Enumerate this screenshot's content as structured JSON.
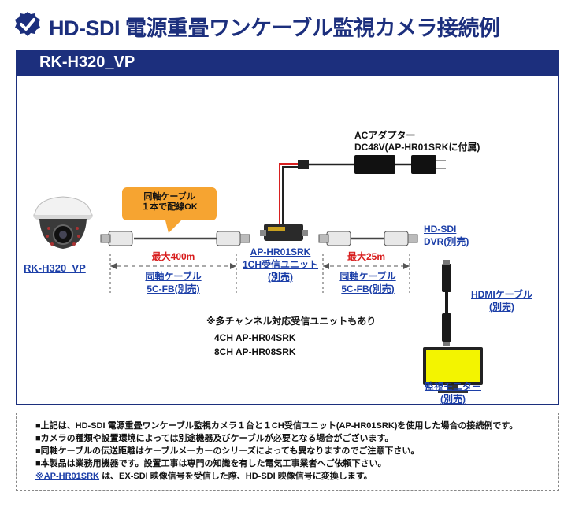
{
  "header": {
    "title": "HD-SDI 電源重畳ワンケーブル監視カメラ接続例",
    "model_label": "RK-H320_VP"
  },
  "diagram": {
    "camera_label": "RK-H320_VP",
    "callout_line1": "同軸ケーブル",
    "callout_line2": "１本で配線OK",
    "left_cable_max": "最大400m",
    "left_cable_name": "同軸ケーブル",
    "left_cable_type": "5C-FB(別売)",
    "adapter_line1": "ACアダプター",
    "adapter_line2": "DC48V(AP-HR01SRKに付属)",
    "receiver_model": "AP-HR01SRK",
    "receiver_name": "1CH受信ユニット",
    "receiver_note": "(別売)",
    "right_cable_max": "最大25m",
    "right_cable_name": "同軸ケーブル",
    "right_cable_type": "5C-FB(別売)",
    "dvr_line1": "HD-SDI",
    "dvr_line2": "DVR(別売)",
    "hdmi_line1": "HDMIケーブル",
    "hdmi_line2": "(別売)",
    "monitor_line1": "監視モニター",
    "monitor_line2": "(別売)",
    "multi_note": "※多チャンネル対応受信ユニットもあり",
    "multi_4ch": "4CH AP-HR04SRK",
    "multi_8ch": "8CH AP-HR08SRK"
  },
  "notes": {
    "line1": "■上記は、HD-SDI 電源重畳ワンケーブル監視カメラ１台と１CH受信ユニット(AP-HR01SRK)を使用した場合の接続例です。",
    "line2": "■カメラの種類や設置環境によっては別途機器及びケーブルが必要となる場合がございます。",
    "line3": "■同軸ケーブルの伝送距離はケーブルメーカーのシリーズによっても異なりますのでご注意下さい。",
    "line4": "■本製品は業務用機器です。設置工事は専門の知識を有した電気工事業者へご依頼下さい。",
    "line5_link": "※AP-HR01SRK",
    "line5_text": "は、EX-SDI 映像信号を受信した際、HD-SDI 映像信号に変換します。"
  },
  "colors": {
    "brand_navy": "#1c2f7d",
    "link_blue": "#1c3fa8",
    "accent_red": "#d81c1c",
    "callout_orange": "#f6a431"
  }
}
